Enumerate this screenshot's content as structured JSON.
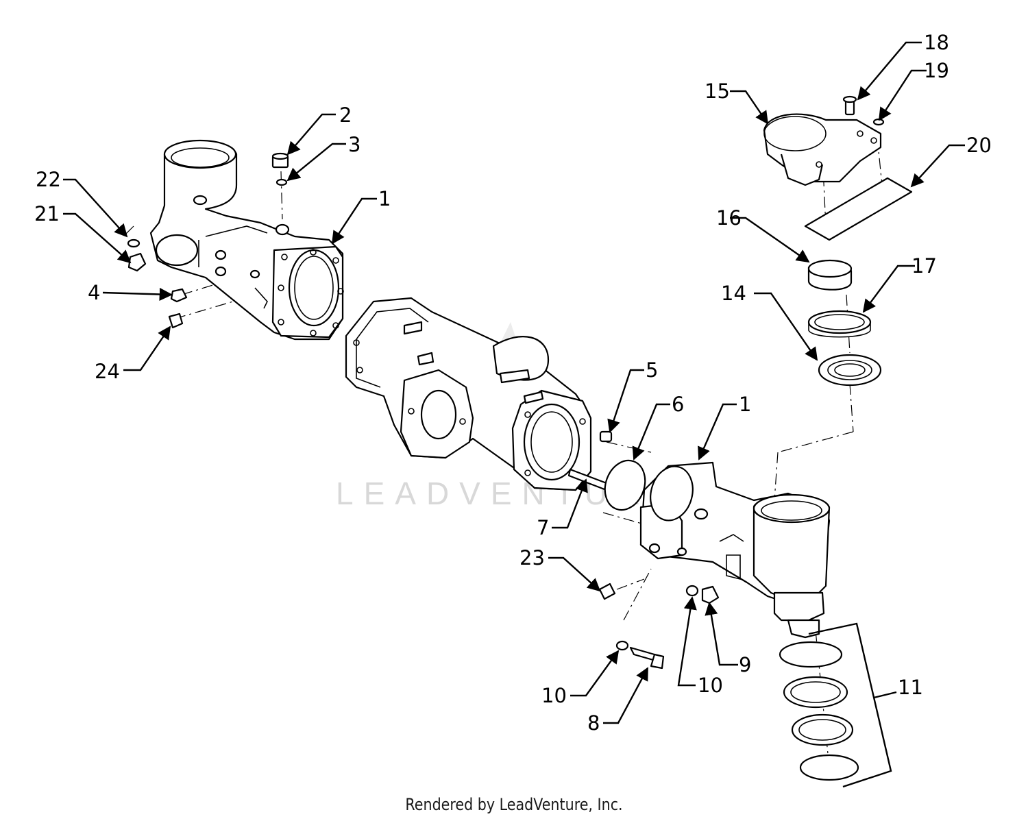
{
  "diagram": {
    "callouts": [
      {
        "id": "c1a",
        "label": "1"
      },
      {
        "id": "c1b",
        "label": "1"
      },
      {
        "id": "c2",
        "label": "2"
      },
      {
        "id": "c3",
        "label": "3"
      },
      {
        "id": "c4",
        "label": "4"
      },
      {
        "id": "c5",
        "label": "5"
      },
      {
        "id": "c6",
        "label": "6"
      },
      {
        "id": "c7",
        "label": "7"
      },
      {
        "id": "c8",
        "label": "8"
      },
      {
        "id": "c9",
        "label": "9"
      },
      {
        "id": "c10a",
        "label": "10"
      },
      {
        "id": "c10b",
        "label": "10"
      },
      {
        "id": "c11",
        "label": "11"
      },
      {
        "id": "c14",
        "label": "14"
      },
      {
        "id": "c15",
        "label": "15"
      },
      {
        "id": "c16",
        "label": "16"
      },
      {
        "id": "c17",
        "label": "17"
      },
      {
        "id": "c18",
        "label": "18"
      },
      {
        "id": "c19",
        "label": "19"
      },
      {
        "id": "c20",
        "label": "20"
      },
      {
        "id": "c21",
        "label": "21"
      },
      {
        "id": "c22",
        "label": "22"
      },
      {
        "id": "c23",
        "label": "23"
      },
      {
        "id": "c24",
        "label": "24"
      }
    ]
  },
  "watermark": {
    "text": "LEADVENTURE"
  },
  "footer": {
    "text": "Rendered by LeadVenture, Inc."
  }
}
